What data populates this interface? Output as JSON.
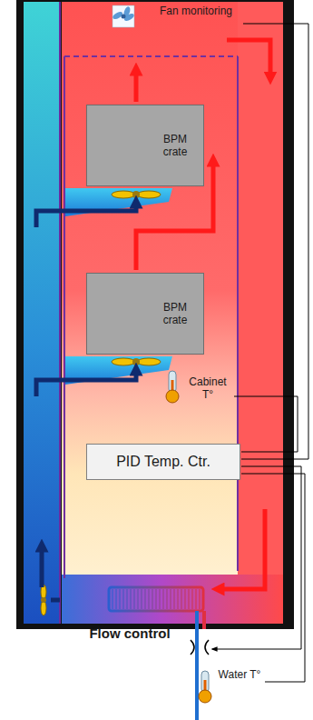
{
  "diagram": {
    "nodes": [
      {
        "text": [
          "BPM crate"
        ]
      },
      {
        "text": [
          "BPM crate"
        ]
      },
      {
        "text": [
          "PID Temp. Ctr."
        ]
      }
    ],
    "labels": [
      "Fan monitoring",
      "Cabinet T°",
      "Flow control",
      "Water T°"
    ]
  }
}
